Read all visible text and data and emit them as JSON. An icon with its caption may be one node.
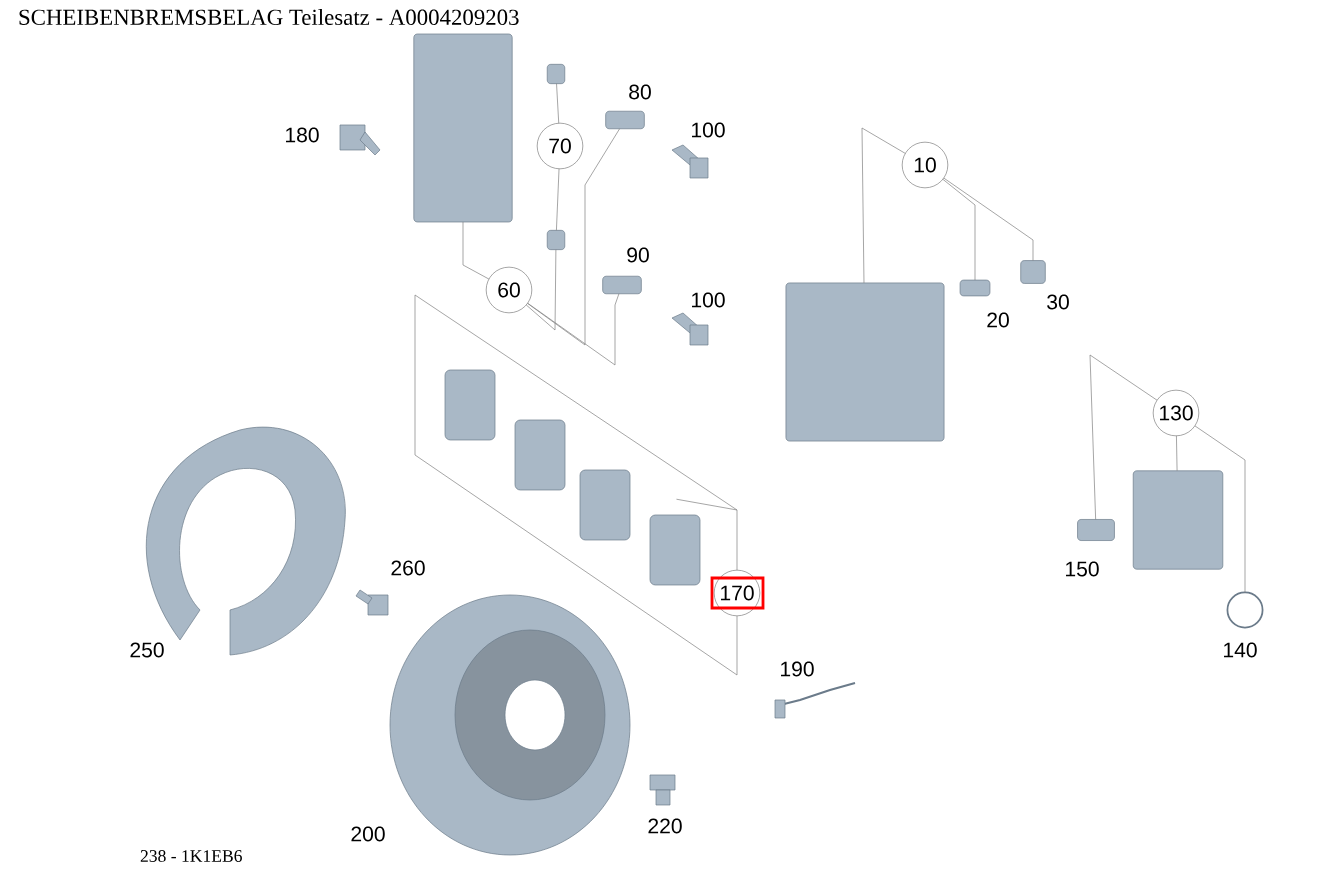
{
  "diagram": {
    "title": "SCHEIBENBREMSBELAG Teilesatz - A0004209203",
    "caption": "238 - 1K1EB6",
    "nodes": [
      {
        "text": [
          "10"
        ]
      },
      {
        "text": [],
        "shape": "box"
      },
      {
        "text": [],
        "shape": "box",
        "beside": [
          "20"
        ]
      },
      {
        "text": [],
        "shape": "box",
        "beside": [
          "30"
        ]
      },
      {
        "text": [
          "60"
        ]
      },
      {
        "text": [],
        "shape": "box"
      },
      {
        "text": [
          "70"
        ]
      },
      {
        "text": [],
        "shape": "box"
      },
      {
        "text": [],
        "shape": "box"
      },
      {
        "text": [],
        "shape": "box",
        "beside": [
          "80"
        ]
      },
      {
        "text": [],
        "shape": "box",
        "beside": [
          "90"
        ]
      },
      {
        "text": [
          "130"
        ]
      },
      {
        "text": [],
        "shape": "box",
        "beside": [
          "150"
        ]
      },
      {
        "text": [],
        "shape": "box"
      },
      {
        "text": [],
        "shape": "circle",
        "beside": [
          "140"
        ]
      },
      {
        "text": [
          "170"
        ]
      },
      {
        "text": [],
        "shape": "picture"
      }
    ],
    "edges": [
      {
        "from": 0,
        "to": 1,
        "arrow": "none"
      },
      {
        "from": 0,
        "to": 2,
        "arrow": "none"
      },
      {
        "from": 0,
        "to": 3,
        "arrow": "none"
      },
      {
        "from": 4,
        "to": 5,
        "arrow": "none"
      },
      {
        "from": 4,
        "to": 8,
        "arrow": "none"
      },
      {
        "from": 4,
        "to": 9,
        "arrow": "none"
      },
      {
        "from": 4,
        "to": 10,
        "arrow": "none"
      },
      {
        "from": 6,
        "to": 7,
        "arrow": "none"
      },
      {
        "from": 6,
        "to": 8,
        "arrow": "none"
      },
      {
        "from": 11,
        "to": 12,
        "arrow": "none"
      },
      {
        "from": 11,
        "to": 13,
        "arrow": "none"
      },
      {
        "from": 11,
        "to": 14,
        "arrow": "none"
      },
      {
        "from": 15,
        "to": 16,
        "arrow": "none"
      }
    ],
    "labels": [
      "180",
      "100",
      "100",
      "190",
      "250",
      "260",
      "200",
      "220"
    ]
  }
}
